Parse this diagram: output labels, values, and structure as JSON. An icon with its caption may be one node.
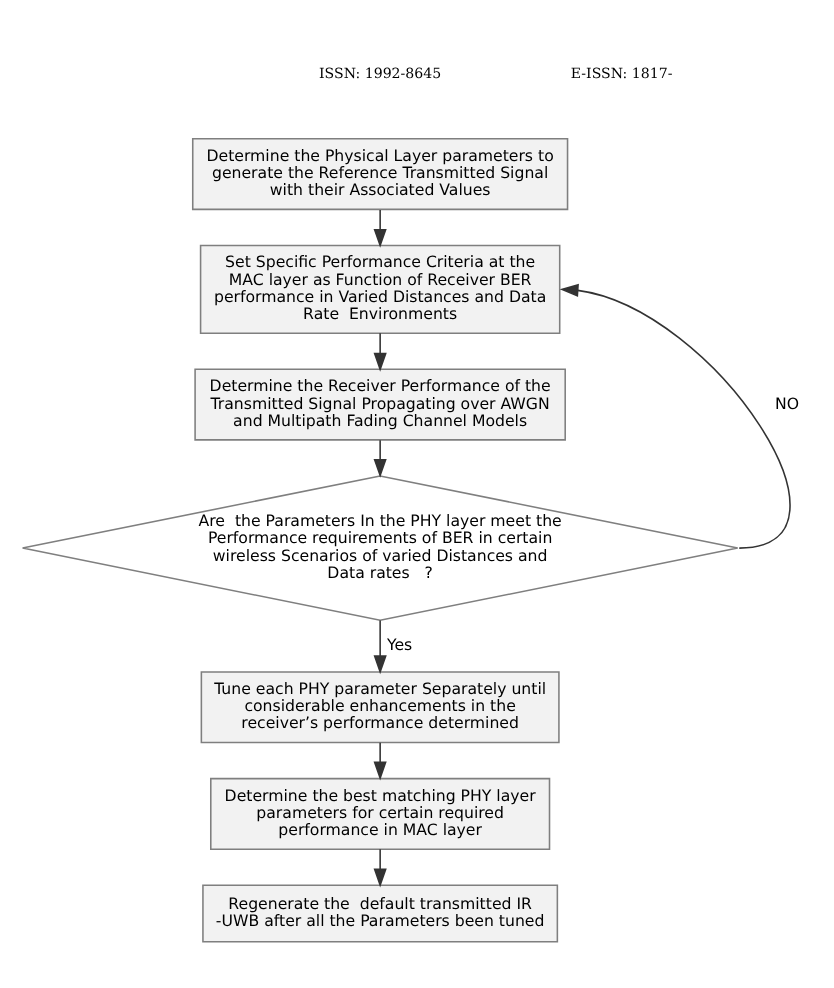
{
  "diagram": {
    "nodes": [
      {
        "text": [
          "Determine the Physical Layer parameters to generate the Reference Transmitted Signal with their Associated Values"
        ]
      },
      {
        "text": [
          "Set Specific Performance Criteria at the MAC layer as Function of Receiver BER performance in Varied Distances and Data Rate  Environments"
        ]
      },
      {
        "text": [
          "Determine the Receiver Performance of the Transmitted Signal Propagating over AWGN and Multipath Fading Channel Models"
        ]
      },
      {
        "text": [
          "Are  the Parameters In the PHY layer meet the Performance requirements of BER in certain wireless Scenarios of varied Distances and Data rates   ?"
        ]
      },
      {
        "text": [
          "Tune each PHY parameter Separately until considerable enhancements in the receiver’s performance determined"
        ]
      },
      {
        "text": [
          "Determine the best matching PHY layer parameters for certain required performance in MAC layer"
        ]
      },
      {
        "text": [
          "Regenerate the  default transmitted IR -UWB after all the Parameters been tuned"
        ]
      }
    ],
    "edges": [
      {
        "from": 0,
        "to": 1,
        "arrow": "to"
      },
      {
        "from": 1,
        "to": 2,
        "arrow": "to"
      },
      {
        "from": 2,
        "to": 3,
        "arrow": "to"
      },
      {
        "from": 3,
        "to": 4,
        "arrow": "to",
        "label": "Yes"
      },
      {
        "from": 3,
        "to": 1,
        "arrow": "to",
        "label": "NO"
      },
      {
        "from": 4,
        "to": 5,
        "arrow": "to"
      },
      {
        "from": 5,
        "to": 6,
        "arrow": "to"
      }
    ],
    "labels": [
      "ISSN: 1992-8645",
      "E-ISSN: 1817-"
    ]
  }
}
